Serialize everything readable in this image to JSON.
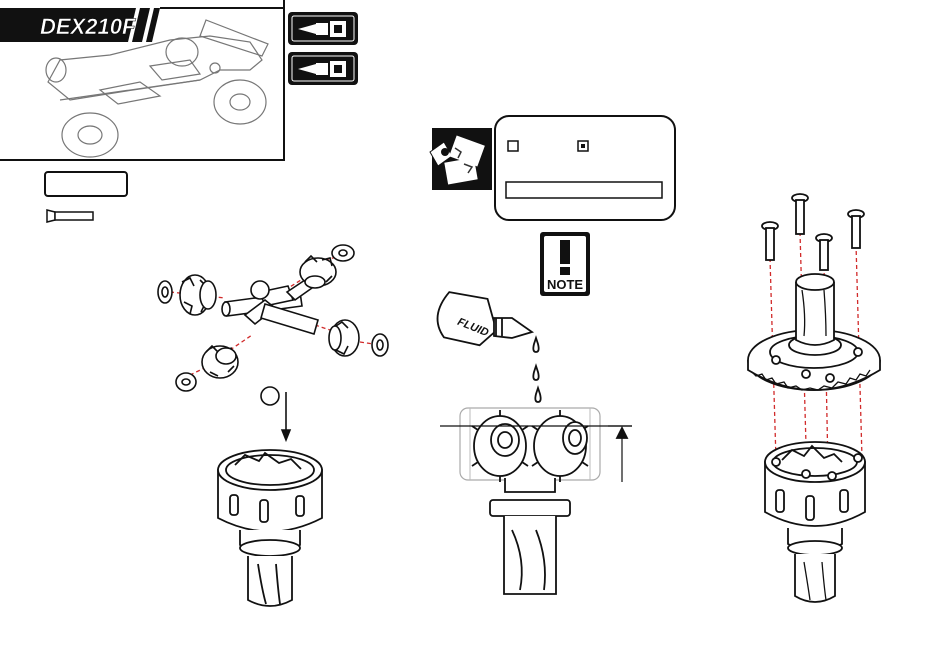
{
  "header": {
    "model_name": "DEX210F"
  },
  "note": {
    "label": "NOTE"
  },
  "fluid_bottle": {
    "label": "FLUID"
  },
  "icons": {
    "tool_icon_1": "screwdriver-icon",
    "tool_icon_2": "hex-driver-icon",
    "manual_icon": "manual-pages-icon",
    "note_icon": "exclamation-icon"
  },
  "colors": {
    "banner": "#111111",
    "line": "#111111",
    "guide": "#d12a2a",
    "fill": "#ffffff"
  }
}
